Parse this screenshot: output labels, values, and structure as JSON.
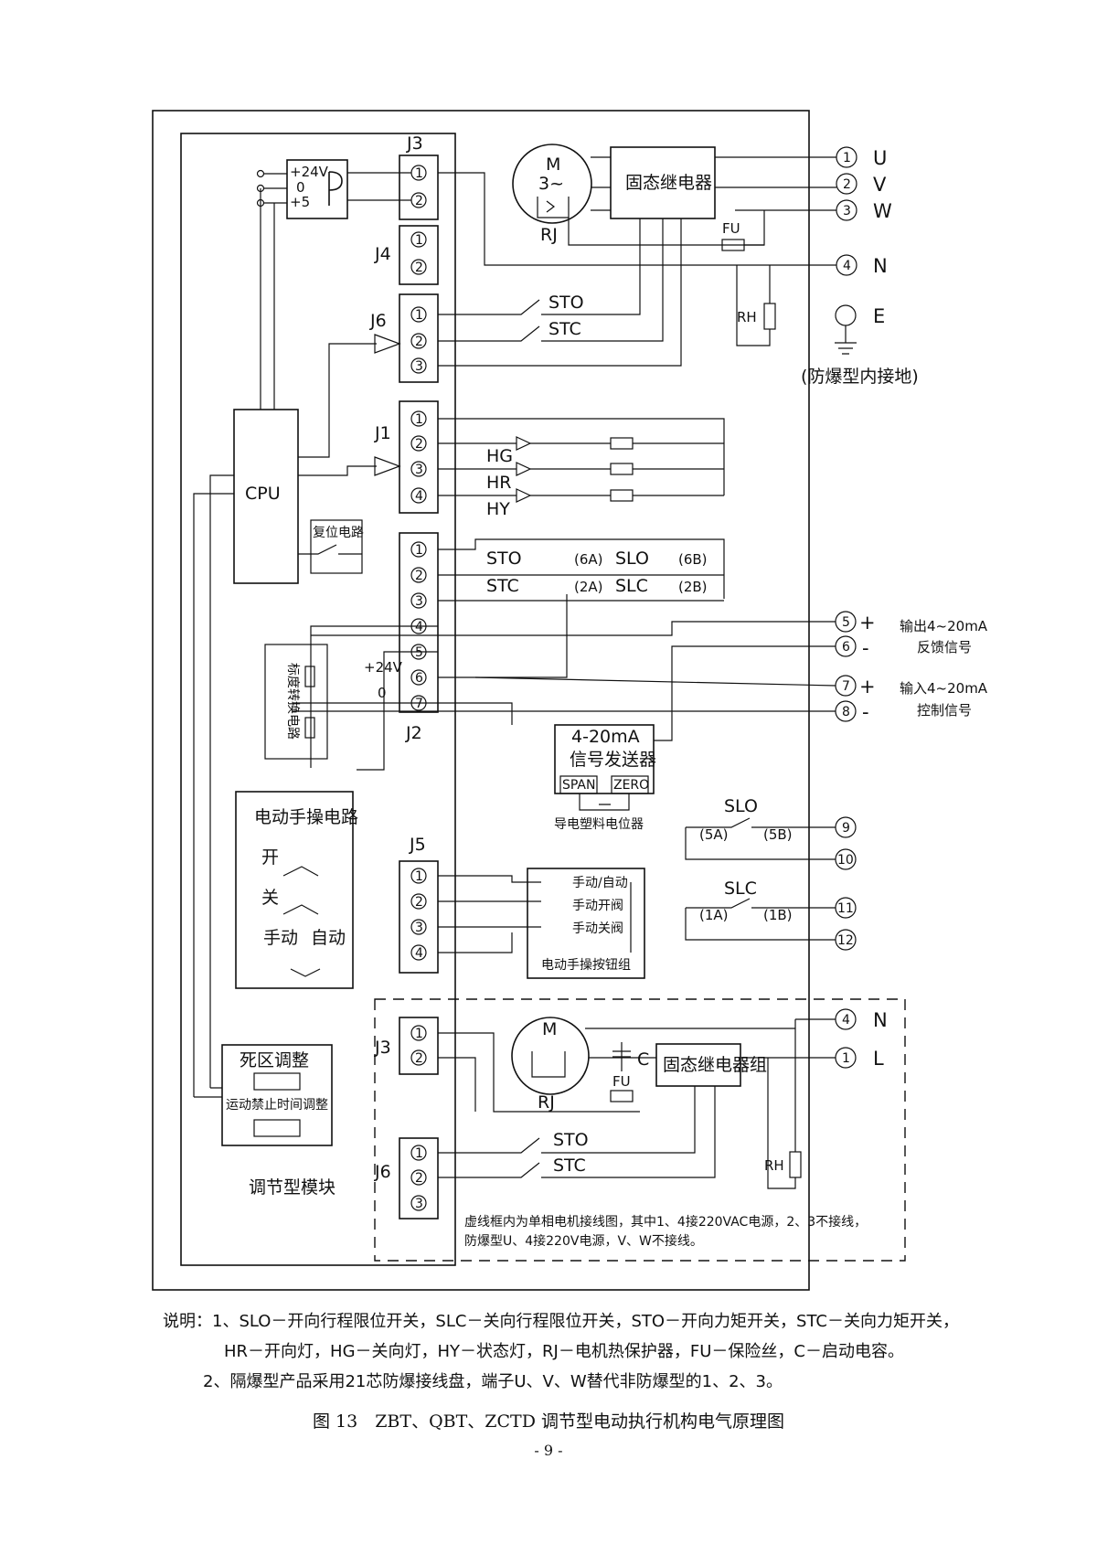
{
  "lines": {
    "u": "U",
    "v": "V",
    "w": "W",
    "n": "N",
    "e": "E",
    "l": "L",
    "ground_note": "(防爆型内接地)"
  },
  "terminals": {
    "n1": "1",
    "n2": "2",
    "n3": "3",
    "n4": "4",
    "n5": "5",
    "n6": "6",
    "n7": "7",
    "n8": "8",
    "n9": "9",
    "n10": "10",
    "n11": "11",
    "n12": "12"
  },
  "connectors": {
    "j1": "J1",
    "j2": "J2",
    "j3": "J3",
    "j4": "J4",
    "j5": "J5",
    "j6": "J6"
  },
  "power": {
    "p24": "+24V",
    "zero": "0",
    "p5": "+5"
  },
  "motor": {
    "m": "M",
    "phase": "3~",
    "rj": "RJ"
  },
  "components": {
    "ssr": "固态继电器",
    "ssr_group": "固态继电器组",
    "fu": "FU",
    "rh": "RH",
    "cpu": "CPU",
    "reset": "复位电路",
    "hg": "HG",
    "hr": "HR",
    "hy": "HY",
    "sto": "STO",
    "stc": "STC",
    "slo": "SLO",
    "slc": "SLC",
    "c6a": "(6A)",
    "c6b": "(6B)",
    "c2a": "(2A)",
    "c2b": "(2B)",
    "c5a": "(5A)",
    "c5b": "(5B)",
    "c1a": "(1A)",
    "c1b": "(1B)",
    "p24v": "+24V",
    "zero": "0",
    "conv": "标度转换电路",
    "tx1": "4-20mA",
    "tx2": "信号发送器",
    "span": "SPAN",
    "zero_btn": "ZERO",
    "pot": "导电塑料电位器",
    "out_sig1": "输出4~20mA",
    "out_sig2": "反馈信号",
    "in_sig1": "输入4~20mA",
    "in_sig2": "控制信号",
    "plus": "+",
    "minus": "-",
    "manual_title": "电动手操电路",
    "open": "开",
    "close": "关",
    "manual": "手动",
    "auto": "自动",
    "btn_ma": "手动/自动",
    "btn_open": "手动开阀",
    "btn_close": "手动关阀",
    "btn_group": "电动手操按钮组",
    "deadzone": "死区调整",
    "inhibit": "运动禁止时间调整",
    "module": "调节型模块",
    "cap": "C",
    "single_note1": "虚线框内为单相电机接线图，其中1、4接220VAC电源，2、3不接线，",
    "single_note2": "防爆型U、4接220V电源，V、W不接线。"
  },
  "notes": {
    "n1": "说明：1、SLO－开向行程限位开关，SLC－关向行程限位开关，STO－开向力矩开关，STC－关向力矩开关，",
    "n2": "HR－开向灯，HG－关向灯，HY－状态灯，RJ－电机热保护器，FU－保险丝，C－启动电容。",
    "n3": "2、隔爆型产品采用21芯防爆接线盘，端子U、V、W替代非防爆型的1、2、3。"
  },
  "caption": "图 13　ZBT、QBT、ZCTD 调节型电动执行机构电气原理图",
  "page_number": "- 9 -"
}
